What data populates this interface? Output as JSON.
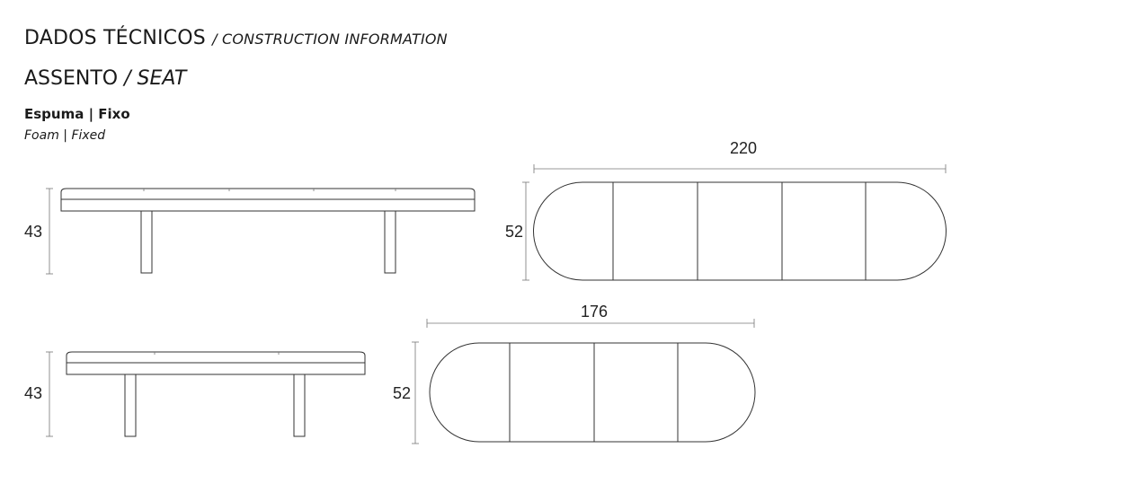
{
  "header": {
    "title_pt": "DADOS TÉCNICOS",
    "title_en": "/ CONSTRUCTION INFORMATION"
  },
  "section": {
    "name_pt": "ASSENTO",
    "name_en": "/ SEAT"
  },
  "spec": {
    "label_pt": "Espuma | Fixo",
    "label_en": "Foam | Fixed"
  },
  "models": [
    {
      "height": "43",
      "depth": "52",
      "length": "220"
    },
    {
      "height": "43",
      "depth": "52",
      "length": "176"
    }
  ]
}
